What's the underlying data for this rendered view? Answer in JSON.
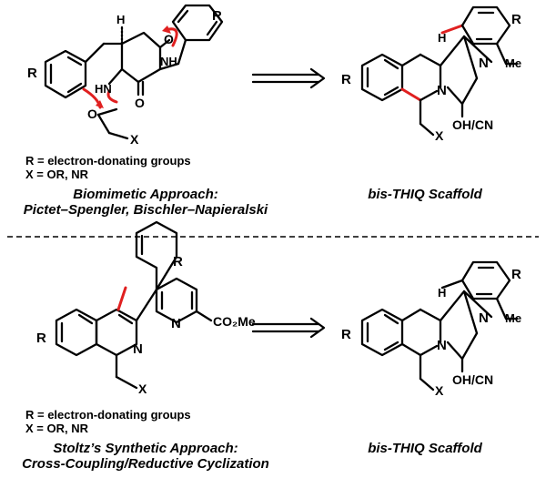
{
  "top": {
    "sub_R": "R",
    "sub_O": "O",
    "sub_X": "X",
    "sub_NH1": "NH",
    "sub_HN2": "HN",
    "sub_O1": "O",
    "sub_O2": "O",
    "sub_H": "H",
    "sub_R2": "R",
    "note_R": "R = electron-donating groups",
    "note_X": "X = OR, NR",
    "approach_title": "Biomimetic Approach:",
    "approach_methods": "Pictet–Spengler, Bischler–Napieralski",
    "product_R": "R",
    "product_R2": "R",
    "product_N1": "N",
    "product_N2": "N",
    "product_H": "H",
    "product_Me": "Me",
    "product_X": "X",
    "product_OH": "OH/CN",
    "product_label": "bis-THIQ Scaffold"
  },
  "bottom": {
    "sub_R": "R",
    "sub_R2": "R",
    "sub_N1": "N",
    "sub_N2": "N",
    "sub_X": "X",
    "sub_ester": "CO₂Me",
    "note_R": "R = electron-donating groups",
    "note_X": "X = OR, NR",
    "approach_title": "Stoltz’s Synthetic Approach:",
    "approach_methods": "Cross-Coupling/Reductive Cyclization",
    "product_R": "R",
    "product_R2": "R",
    "product_N1": "N",
    "product_N2": "N",
    "product_H": "H",
    "product_Me": "Me",
    "product_X": "X",
    "product_OH": "OH/CN",
    "product_label": "bis-THIQ Scaffold"
  },
  "colors": {
    "accent": "#e02020",
    "ink": "#000000"
  }
}
